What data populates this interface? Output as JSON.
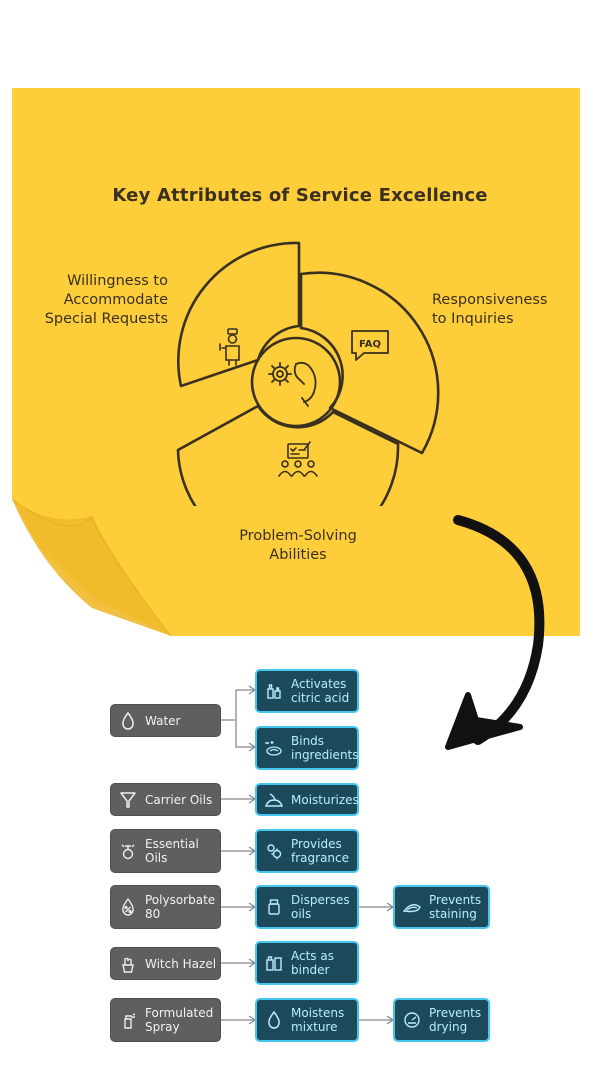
{
  "note": {
    "title": "Key Attributes of Service Excellence",
    "attributes": [
      {
        "id": "willingness",
        "label": "Willingness to\nAccommodate\nSpecial Requests",
        "icon": "concierge-icon"
      },
      {
        "id": "responsiveness",
        "label": "Responsiveness\nto Inquiries",
        "icon": "faq-icon",
        "icon_text": "FAQ"
      },
      {
        "id": "problem",
        "label": "Problem-Solving\nAbilities",
        "icon": "team-checklist-icon"
      }
    ],
    "center_icon": "gear-hand-icon"
  },
  "colors": {
    "note": "#fdcd3a",
    "ink": "#3a3020",
    "ingredient_bg": "#5f5f5f",
    "effect_bg": "#1d4a5a",
    "effect_border": "#45c6ee",
    "effect_text": "#b9ecff"
  },
  "flow": {
    "ingredients": [
      {
        "label": "Water",
        "icon": "water-drop-icon",
        "effects": [
          {
            "label": "Activates\ncitric acid",
            "icon": "bottles-icon"
          },
          {
            "label": "Binds\ningredients",
            "icon": "sparkle-mix-icon"
          }
        ]
      },
      {
        "label": "Carrier Oils",
        "icon": "funnel-icon",
        "effects": [
          {
            "label": "Moisturizes",
            "icon": "lotion-hand-icon"
          }
        ]
      },
      {
        "label": "Essential\nOils",
        "icon": "diffuser-icon",
        "effects": [
          {
            "label": "Provides\nfragrance",
            "icon": "flower-icon"
          }
        ]
      },
      {
        "label": "Polysorbate\n80",
        "icon": "percent-drop-icon",
        "effects": [
          {
            "label": "Disperses\noils",
            "icon": "jar-icon",
            "next": {
              "label": "Prevents\nstaining",
              "icon": "cloth-icon"
            }
          }
        ]
      },
      {
        "label": "Witch Hazel",
        "icon": "plant-pot-icon",
        "effects": [
          {
            "label": "Acts as\nbinder",
            "icon": "containers-icon"
          }
        ]
      },
      {
        "label": "Formulated\nSpray",
        "icon": "spray-bottle-icon",
        "effects": [
          {
            "label": "Moistens\nmixture",
            "icon": "water-drop-icon",
            "next": {
              "label": "Prevents\ndrying",
              "icon": "gauge-icon"
            }
          }
        ]
      }
    ]
  }
}
